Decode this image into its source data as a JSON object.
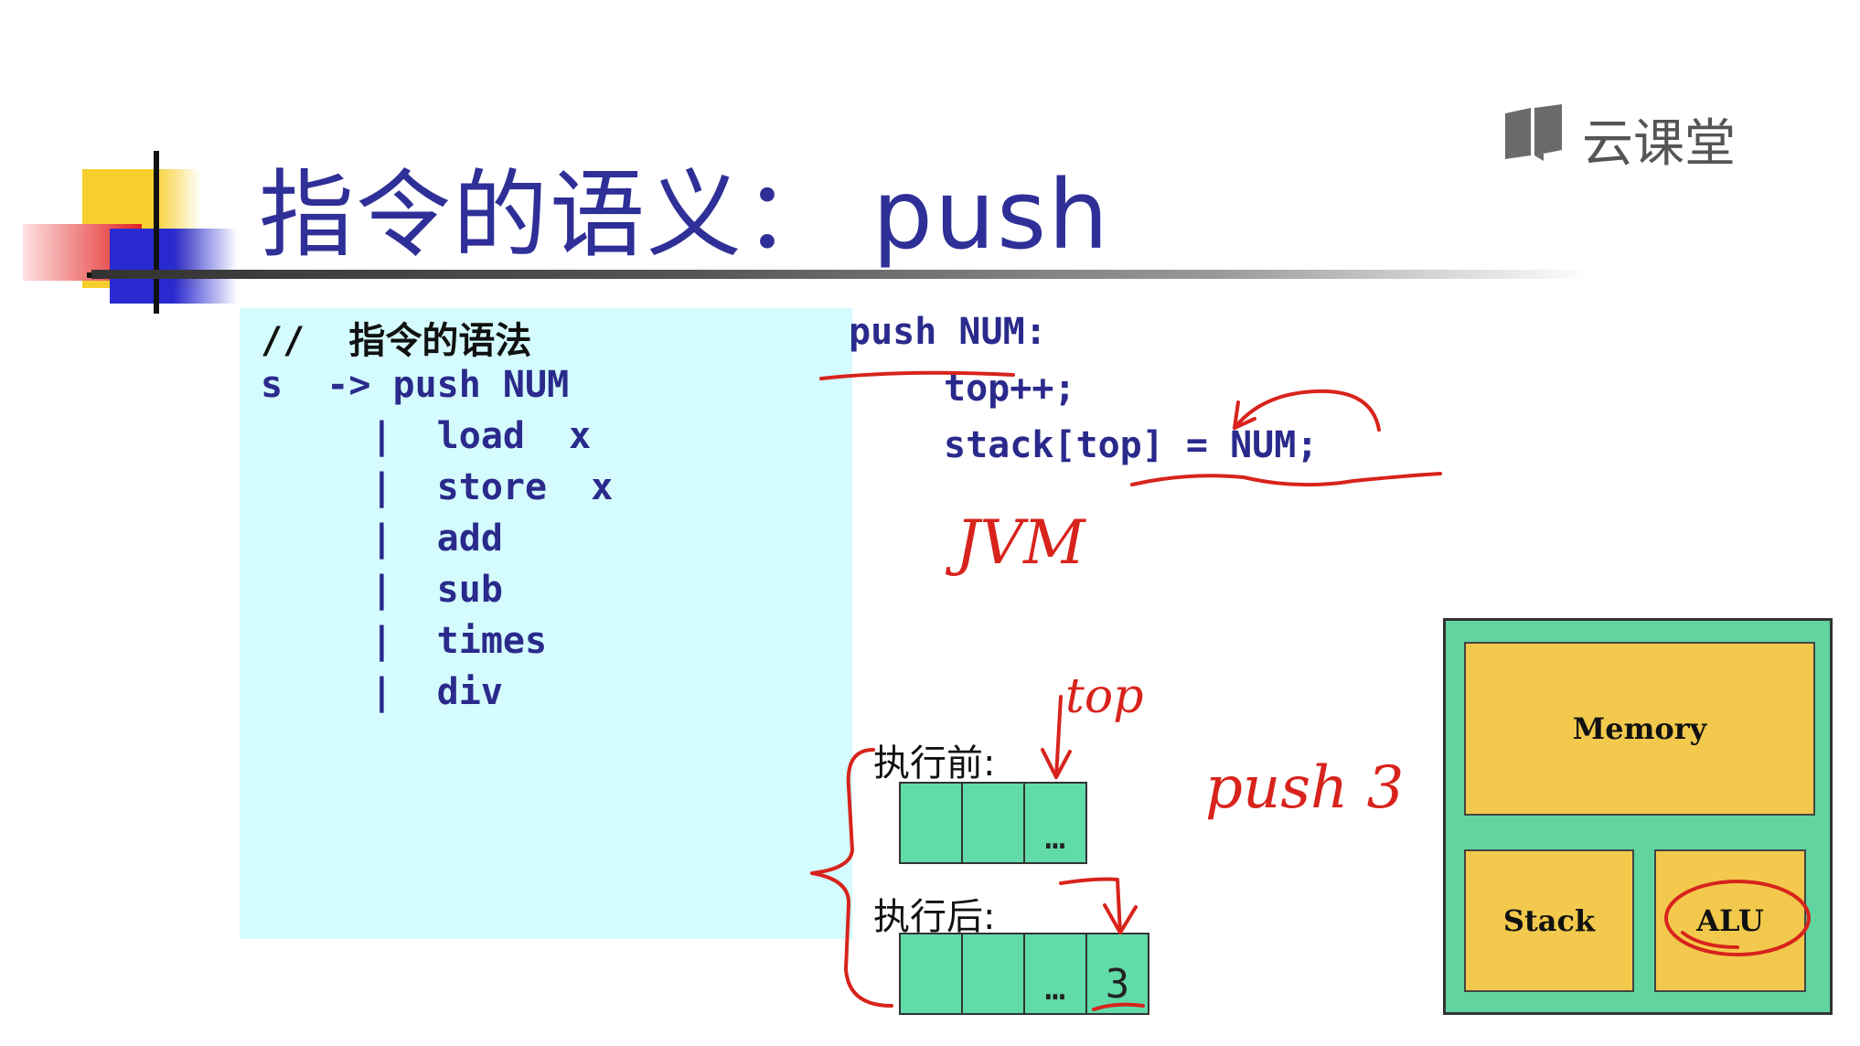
{
  "logo": {
    "text": "云课堂"
  },
  "slide": {
    "title": "指令的语义： push",
    "grammar": {
      "comment": "//  指令的语法",
      "lines": [
        "s  -> push NUM",
        "     |  load  x",
        "     |  store  x",
        "     |  add",
        "     |  sub",
        "     |  times",
        "     |  div"
      ]
    },
    "code": {
      "header": "push NUM:",
      "line1": "top++;",
      "line2": "stack[top] = NUM;"
    },
    "stack_before": {
      "label": "执行前:",
      "cells": [
        "",
        "",
        "…"
      ]
    },
    "stack_after": {
      "label": "执行后:",
      "cells": [
        "",
        "",
        "…",
        "3"
      ]
    },
    "architecture": {
      "memory": "Memory",
      "stack": "Stack",
      "alu": "ALU"
    }
  },
  "annotations": {
    "jvm_note": "JVM",
    "top_note": "top",
    "push_note": "push 3"
  },
  "colors": {
    "title": "#2f2f98",
    "grammar_bg": "#d4fbfd",
    "stack_cell": "#61dba8",
    "arch_bg": "#61d4a0",
    "arch_box": "#f2c94c",
    "ink_red": "#d8231c"
  }
}
